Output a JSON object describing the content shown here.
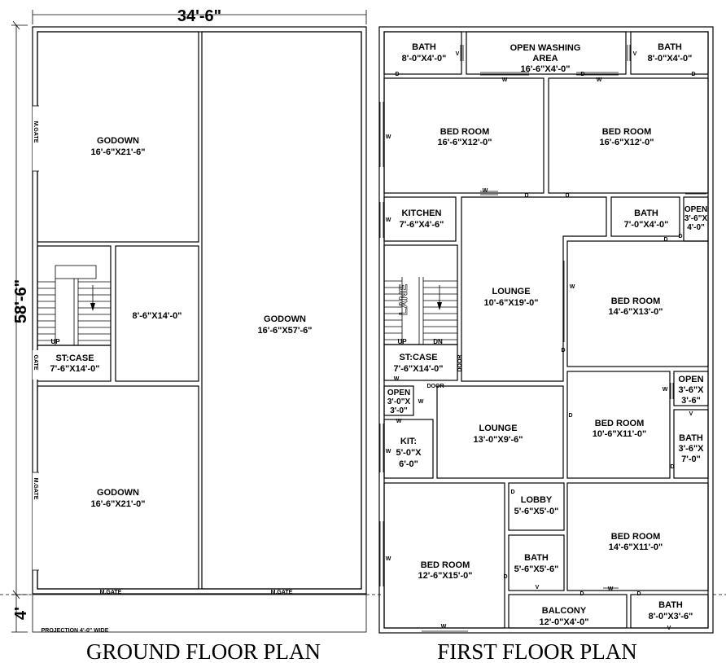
{
  "ground_floor": {
    "width_dim": "34'-6\"",
    "depth_dim": "58'-6\"",
    "projection_dim": "4'",
    "projection_note": "PROJECTION 4'-0\" WIDE",
    "title": "GROUND FLOOR PLAN",
    "godown_top": {
      "name": "GODOWN",
      "size": "16'-6\"X21'-6\""
    },
    "godown_right": {
      "name": "GODOWN",
      "size": "16'-6\"X57'-6\""
    },
    "godown_bottom": {
      "name": "GODOWN",
      "size": "16'-6\"X21'-0\""
    },
    "mid_room": {
      "size": "8'-6\"X14'-0\""
    },
    "stair": {
      "name": "ST:CASE",
      "size": "7'-6\"X14'-0\"",
      "up": "UP"
    },
    "gates": {
      "m_gate": "M.GATE",
      "gate": "GATE",
      "m_gate_bottom": "M.GATE"
    }
  },
  "first_floor": {
    "title": "FIRST FLOOR PLAN",
    "bath_tl": {
      "name": "BATH",
      "size": "8'-0\"X4'-0\""
    },
    "open_washing": {
      "name": "OPEN WASHING",
      "name2": "AREA",
      "size": "16'-6\"X4'-0\""
    },
    "bath_tr": {
      "name": "BATH",
      "size": "8'-0\"X4'-0\""
    },
    "bed_top_left": {
      "name": "BED ROOM",
      "size": "16'-6\"X12'-0\""
    },
    "bed_top_right": {
      "name": "BED ROOM",
      "size": "16'-6\"X12'-0\""
    },
    "kitchen": {
      "name": "KITCHEN",
      "size": "7'-6\"X4'-6\""
    },
    "bath_mid": {
      "name": "BATH",
      "size": "7'-0\"X4'-0\""
    },
    "open_mid": {
      "name": "OPEN",
      "size": "3'-6\"X",
      "size2": "4'-0\""
    },
    "lounge_upper": {
      "name": "LOUNGE",
      "size": "10'-6\"X19'-0\""
    },
    "bed_mid_right": {
      "name": "BED ROOM",
      "size": "14'-6\"X13'-0\""
    },
    "lane": "LANE",
    "stair": {
      "name": "ST:CASE",
      "size": "7'-6\"X14'-0\"",
      "up": "UP",
      "dn": "DN"
    },
    "door_vertical": "DOOR",
    "door_horizontal": "DOOR",
    "open_small_left": {
      "name": "OPEN",
      "size": "3'-0\"X",
      "size2": "3'-0\""
    },
    "kit_small": {
      "name": "KIT:",
      "size": "5'-0\"X",
      "size2": "6'-0\""
    },
    "lounge_lower": {
      "name": "LOUNGE",
      "size": "13'-0\"X9'-6\""
    },
    "bed_center_right": {
      "name": "BED ROOM",
      "size": "10'-6\"X11'-0\""
    },
    "open_right": {
      "name": "OPEN",
      "size": "3'-6\"X",
      "size2": "3'-6\""
    },
    "bath_right": {
      "name": "BATH",
      "size": "3'-6\"X",
      "size2": "7'-0\""
    },
    "lobby": {
      "name": "LOBBY",
      "size": "5'-6\"X5'-0\""
    },
    "bath_lobby": {
      "name": "BATH",
      "size": "5'-6\"X5'-6\""
    },
    "bed_bottom_left": {
      "name": "BED ROOM",
      "size": "12'-6\"X15'-0\""
    },
    "bed_bottom_right": {
      "name": "BED ROOM",
      "size": "14'-6\"X11'-0\""
    },
    "balcony": {
      "name": "BALCONY",
      "size": "12'-0\"X4'-0\""
    },
    "bath_bottom_right": {
      "name": "BATH",
      "size": "8'-0\"X3'-6\""
    }
  },
  "symbols": {
    "door": "D",
    "window": "W",
    "ventilator": "V"
  }
}
